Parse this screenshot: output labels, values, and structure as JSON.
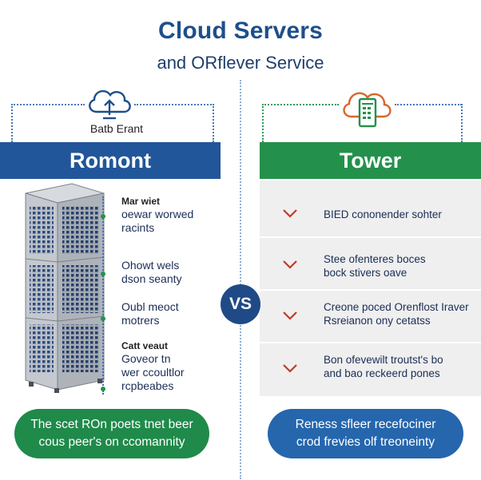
{
  "header": {
    "title": "Cloud Servers",
    "subtitle": "and ORflever Service"
  },
  "left": {
    "cloud_caption": "Batb Erant",
    "banner": "Romont",
    "features": [
      {
        "heading": "Mar wiet",
        "line1": "oewar worwed",
        "line2": "racints"
      },
      {
        "heading": "",
        "line1": "Ohowt wels",
        "line2": "dson seanty"
      },
      {
        "heading": "",
        "line1": "Oubl meoct",
        "line2": "motrers"
      },
      {
        "heading": "Catt veaut",
        "line1": "Goveor tn",
        "line2": "wer ccoultlor",
        "line3": "rcpbeabes"
      }
    ],
    "pill_line1": "The scet ROn poets tnet beer",
    "pill_line2": "cous peer's on ccomannity"
  },
  "right": {
    "banner": "Tower",
    "rows": [
      {
        "line1": "BIED cononender sohter",
        "line2": ""
      },
      {
        "line1": "Stee ofenteres boces",
        "line2": "bock stivers oave"
      },
      {
        "line1": "Creone poced Orenflost Iraver",
        "line2": "Rsreianon ony cetatss"
      },
      {
        "line1": "Bon ofevewilt troutst's bo",
        "line2": "and bao reckeerd pones"
      }
    ],
    "pill_line1": "Reness sfleer recefociner",
    "pill_line2": "crod frevies olf treoneinty"
  },
  "vs_label": "VS",
  "colors": {
    "navy": "#1e4f8a",
    "blue_banner": "#21569a",
    "green_banner": "#23914c",
    "check_red": "#c0392b",
    "row_bg": "#efefef"
  },
  "icons": {
    "left": "cloud-upload-icon",
    "right": "cloud-server-icon",
    "check": "chevron-check-icon"
  }
}
